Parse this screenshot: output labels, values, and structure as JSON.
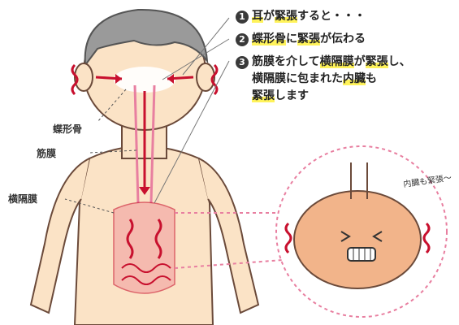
{
  "steps": [
    {
      "num": "1",
      "pre": "",
      "hl": "耳",
      "mid": "が",
      "hl2": "緊張",
      "post": "すると・・・"
    },
    {
      "num": "2",
      "pre": "",
      "hl": "蝶形骨",
      "mid": "に",
      "hl2": "緊張",
      "post": "が伝わる"
    },
    {
      "num": "3",
      "line1_pre": "筋膜を介して",
      "line1_hl": "横隔膜",
      "line1_mid": "が",
      "line1_hl2": "緊張",
      "line1_post": "し、",
      "line2_pre": "横隔膜に包まれた",
      "line2_hl": "内臓",
      "line2_post": "も",
      "line3_hl": "緊張",
      "line3_post": "します"
    }
  ],
  "labels": {
    "sphenoid": "蝶形骨",
    "fascia": "筋膜",
    "diaphragm": "横隔膜",
    "bubble": "内臓も緊張〜"
  },
  "colors": {
    "skin": "#fbe3c6",
    "hair": "#9a9a9a",
    "tension": "#c8102e",
    "organ": "#f2a0a0",
    "highlight": "#fff35a"
  }
}
